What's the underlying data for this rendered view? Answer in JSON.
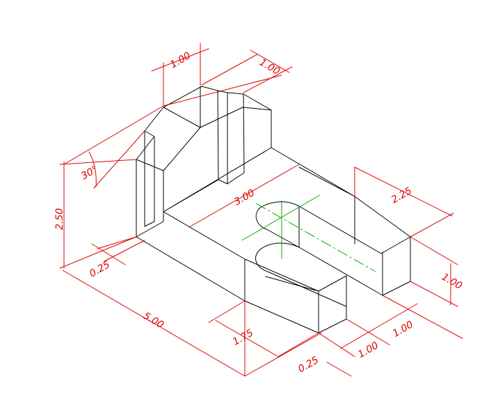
{
  "colors": {
    "background": "#ffffff",
    "object_lines": "#000000",
    "dimension_lines": "#dd0000",
    "center_lines": "#00aa00"
  },
  "dimensions": {
    "top_height": "1.00",
    "top_chamfer": "1.00",
    "angle": "30°",
    "overall_height": "2.50",
    "wall_thickness": "0.25",
    "overall_length": "5.00",
    "slot_length": "3.00",
    "right_width": "2.25",
    "right_height": "1.00",
    "front_offset": "1.75",
    "front_thickness": "0.25",
    "bottom_right_a": "1.00",
    "bottom_right_b": "1.00"
  }
}
